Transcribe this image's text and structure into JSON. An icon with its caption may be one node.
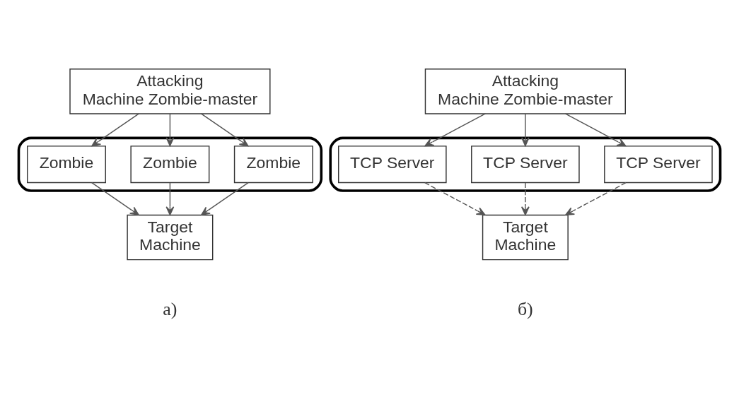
{
  "diagram": {
    "nodes": [
      {
        "text": [
          "Attacking Machine Zombie-master"
        ]
      },
      {
        "text": [],
        "shape": "cloud"
      },
      {
        "text": [
          "Zombie"
        ],
        "in": 1
      },
      {
        "text": [
          "Zombie"
        ],
        "in": 1
      },
      {
        "text": [
          "Zombie"
        ],
        "in": 1
      },
      {
        "text": [
          "Target Machine"
        ]
      },
      {
        "text": [
          "Attacking Machine Zombie-master"
        ]
      },
      {
        "text": [],
        "shape": "cloud"
      },
      {
        "text": [
          "TCP Server"
        ],
        "in": 7
      },
      {
        "text": [
          "TCP Server"
        ],
        "in": 7
      },
      {
        "text": [
          "TCP Server"
        ],
        "in": 7
      },
      {
        "text": [
          "Target Machine"
        ]
      }
    ],
    "edges": [
      {
        "from": 0,
        "to": 2,
        "arrow": "to"
      },
      {
        "from": 0,
        "to": 4,
        "arrow": "to"
      },
      {
        "from": 0,
        "to": 3,
        "arrow": "to"
      },
      {
        "from": 2,
        "to": 5,
        "arrow": "to"
      },
      {
        "from": 4,
        "to": 5,
        "arrow": "to"
      },
      {
        "from": 3,
        "to": 5,
        "arrow": "to"
      },
      {
        "from": 6,
        "to": 8,
        "arrow": "to"
      },
      {
        "from": 6,
        "to": 10,
        "arrow": "to"
      },
      {
        "from": 6,
        "to": 9,
        "arrow": "to"
      },
      {
        "from": 8,
        "to": 11,
        "arrow": "to",
        "style": "dashed"
      },
      {
        "from": 10,
        "to": 11,
        "arrow": "to",
        "style": "dashed"
      },
      {
        "from": 9,
        "to": 11,
        "arrow": "to",
        "style": "dashed"
      }
    ],
    "labels": [
      "а)",
      "б)"
    ]
  }
}
